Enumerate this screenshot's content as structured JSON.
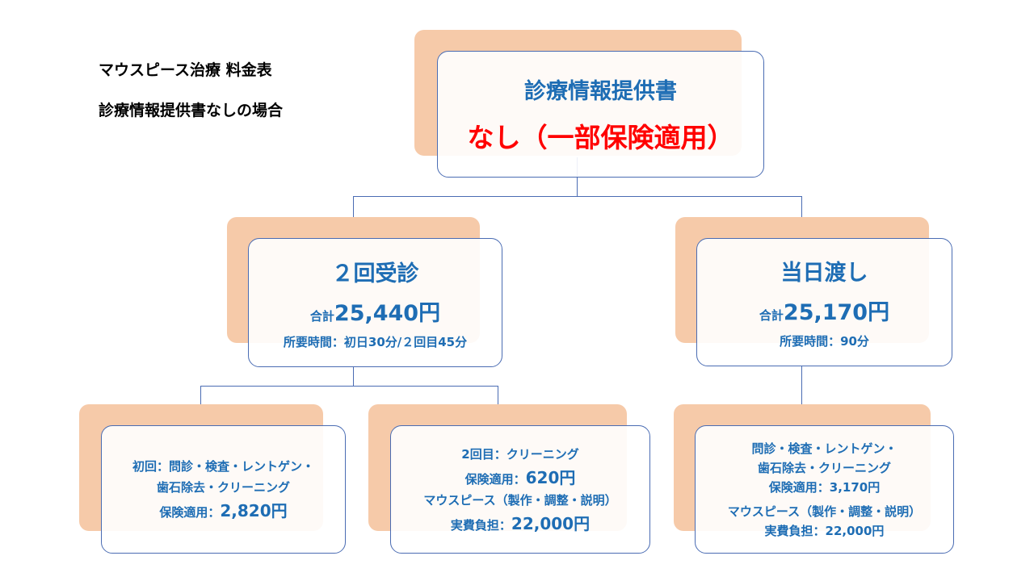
{
  "header": {
    "title": "マウスピース治療 料金表",
    "subtitle": "診療情報提供書なしの場合"
  },
  "top": {
    "title": "診療情報提供書",
    "status": "なし（一部保険適用）"
  },
  "two_visits": {
    "title": "２回受診",
    "total_label": "合計",
    "total": "25,440円",
    "time": "所要時間：初日30分/２回目45分"
  },
  "same_day": {
    "title": "当日渡し",
    "total_label": "合計",
    "total": "25,170円",
    "time": "所要時間：90分"
  },
  "first_visit": {
    "line1": "初回：問診・検査・レントゲン・",
    "line2": "歯石除去・クリーニング",
    "ins_label": "保険適用：",
    "ins_price": "2,820円"
  },
  "second_visit": {
    "line1": "2回目：クリーニング",
    "ins_label": "保険適用：",
    "ins_price": "620円",
    "mp": "マウスピース（製作・調整・説明）",
    "cost_label": "実費負担：",
    "cost_price": "22,000円"
  },
  "same_day_detail": {
    "line1": "問診・検査・レントゲン・",
    "line2": "歯石除去・クリーニング",
    "ins": "保険適用：3,170円",
    "mp": "マウスピース（製作・調整・説明）",
    "cost": "実費負担：22,000円"
  },
  "colors": {
    "accent": "#1e6db4",
    "back": "#f6caa9",
    "red": "#ff0000"
  }
}
